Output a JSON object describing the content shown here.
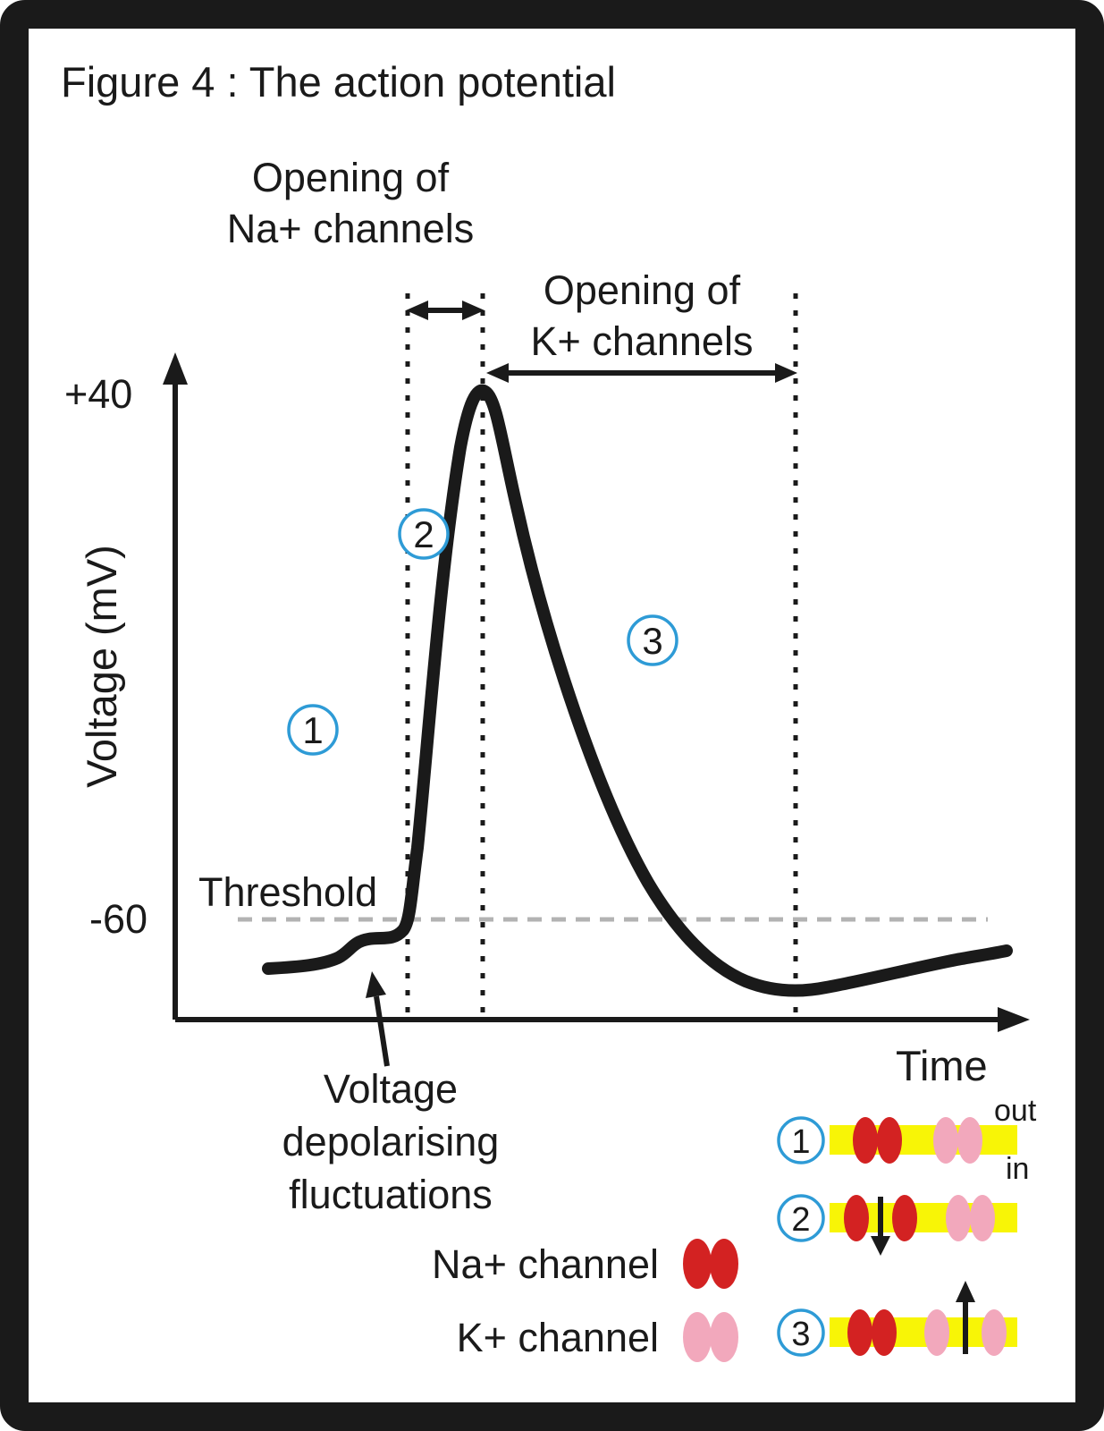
{
  "figure": {
    "title": "Figure 4 : The action potential"
  },
  "axes": {
    "y_label": "Voltage (mV)",
    "x_label": "Time",
    "y_tick_top": "+40",
    "y_tick_bottom": "-60"
  },
  "annotations": {
    "na_opening": [
      "Opening of",
      "Na+ channels"
    ],
    "k_opening": [
      "Opening of",
      "K+ channels"
    ],
    "threshold": "Threshold",
    "fluctuations": [
      "Voltage",
      "depolarising",
      "fluctuations"
    ]
  },
  "phases": {
    "p1": "1",
    "p2": "2",
    "p3": "3"
  },
  "legend": {
    "na_channel": "Na+ channel",
    "k_channel": "K+ channel"
  },
  "membrane": {
    "out_label": "out",
    "in_label": "in",
    "rows": [
      {
        "num": "1"
      },
      {
        "num": "2"
      },
      {
        "num": "3"
      }
    ]
  },
  "colors": {
    "na_red": "#d32222",
    "k_pink": "#f2a8bc",
    "membrane_yellow": "#f8f506",
    "circle_blue": "#2e9bd6",
    "threshold_gray": "#b3b3b3",
    "curve_black": "#1a1a1a"
  },
  "chart_data": {
    "type": "line",
    "title": "The action potential",
    "xlabel": "Time",
    "ylabel": "Voltage (mV)",
    "yticks": [
      "+40",
      "-60"
    ],
    "peak_mV": 40,
    "threshold_mV": -60,
    "curve_points_est": [
      [
        0,
        -70
      ],
      [
        1.2,
        -69
      ],
      [
        1.5,
        -65
      ],
      [
        1.9,
        -65
      ],
      [
        2.0,
        -60
      ],
      [
        2.5,
        40
      ],
      [
        4.0,
        -60
      ],
      [
        4.6,
        -73
      ],
      [
        6.5,
        -68
      ]
    ]
  }
}
